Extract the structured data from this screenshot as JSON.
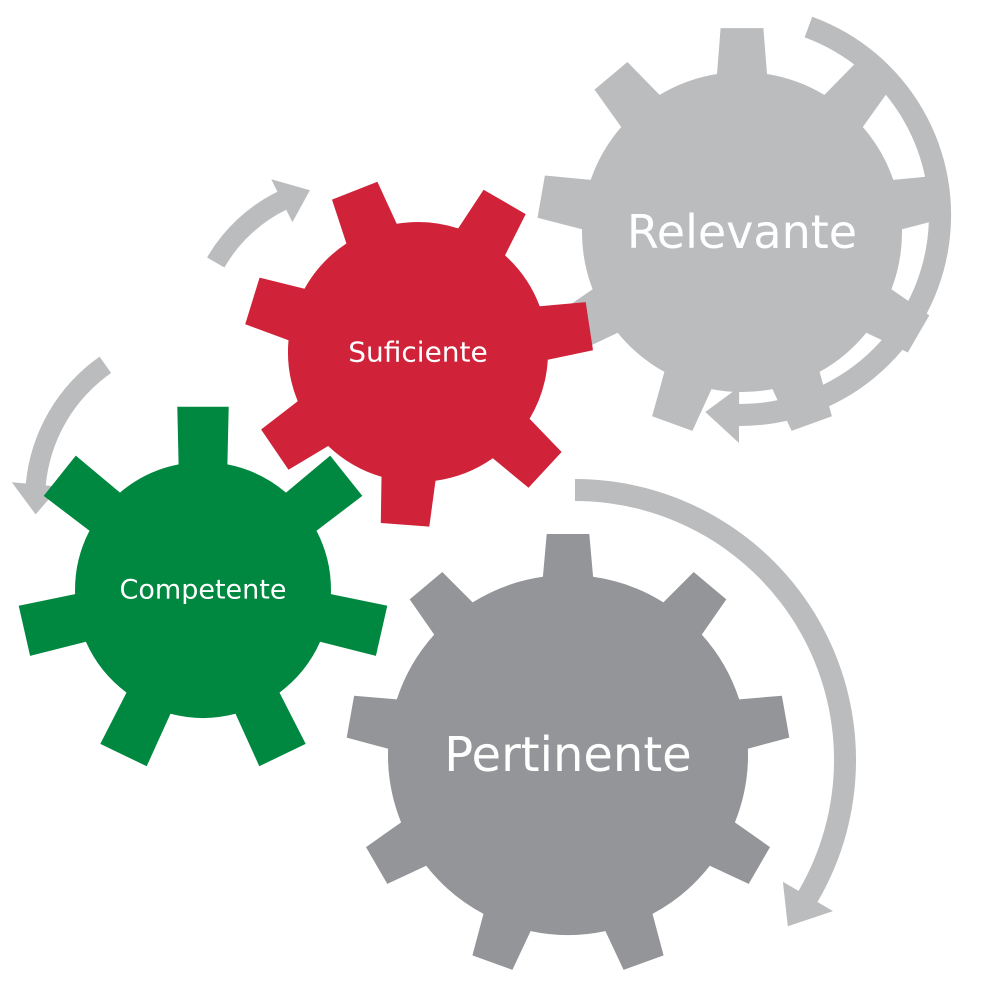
{
  "diagram": {
    "gears": [
      {
        "id": "relevante",
        "label": "Relevante",
        "color": "#bbbcbe",
        "text_color": "#ffffff"
      },
      {
        "id": "suficiente",
        "label": "Suficiente",
        "color": "#d0233a",
        "text_color": "#ffffff"
      },
      {
        "id": "competente",
        "label": "Competente",
        "color": "#008840",
        "text_color": "#ffffff"
      },
      {
        "id": "pertinente",
        "label": "Pertinente",
        "color": "#939598",
        "text_color": "#ffffff"
      }
    ],
    "arrow_color": "#bbbcbe",
    "background": "#ffffff"
  }
}
